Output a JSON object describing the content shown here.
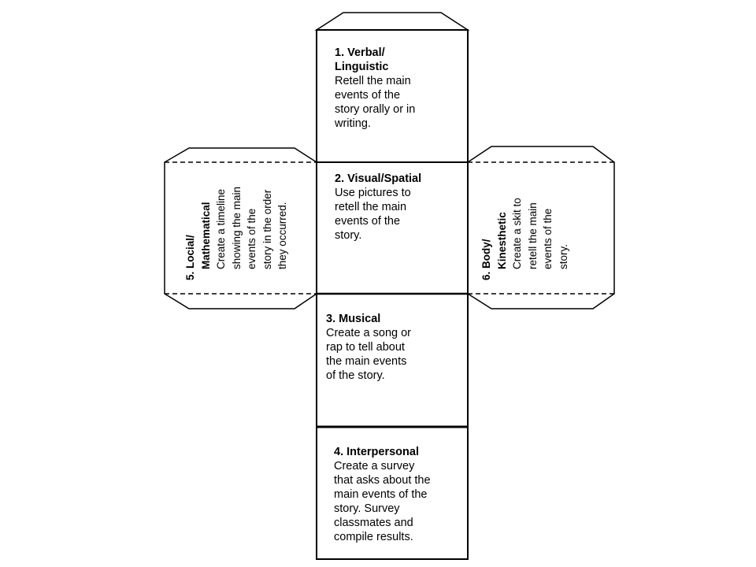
{
  "faces": [
    {
      "id": "verbal",
      "title": [
        "1. Verbal/",
        "Linguistic"
      ],
      "body": [
        "Retell  the main",
        "events of the",
        "story orally or in",
        "writing."
      ]
    },
    {
      "id": "visual",
      "title": [
        "2. Visual/Spatial"
      ],
      "body": [
        "Use pictures to",
        "retell the main",
        "events of the",
        "story."
      ]
    },
    {
      "id": "musical",
      "title": [
        "3. Musical"
      ],
      "body": [
        "Create a song or",
        "rap to tell about",
        "the main events",
        "of the story."
      ]
    },
    {
      "id": "interpersonal",
      "title": [
        "4. Interpersonal"
      ],
      "body": [
        "Create a survey",
        "that asks about the",
        "main events of the",
        "story.  Survey",
        "classmates and",
        "compile results."
      ]
    },
    {
      "id": "logical",
      "title": [
        "5. Locial/",
        "Mathematical"
      ],
      "body": [
        "Create a timeline",
        "showing the main",
        "events of the",
        "story in the order",
        "they occurred."
      ]
    },
    {
      "id": "body",
      "title": [
        "6. Body/",
        "Kinesthetic"
      ],
      "body": [
        "Create a skit to",
        "retell the main",
        "events of the",
        "story."
      ]
    }
  ],
  "colors": {
    "stroke": "#000000",
    "background": "#ffffff"
  }
}
